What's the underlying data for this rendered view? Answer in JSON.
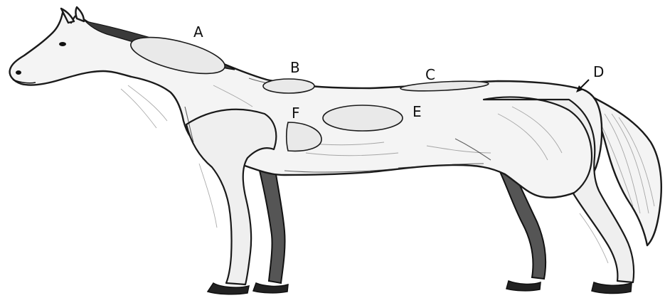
{
  "diagram": {
    "regions": [
      {
        "id": "region-a",
        "label": "A"
      },
      {
        "id": "region-b",
        "label": "B"
      },
      {
        "id": "region-c",
        "label": "C"
      },
      {
        "id": "region-d",
        "label": "D"
      },
      {
        "id": "region-e",
        "label": "E"
      },
      {
        "id": "region-f",
        "label": "F"
      }
    ],
    "colors": {
      "outline": "#1a1a1a",
      "region_fill": "#e9e9e9",
      "background": "#ffffff"
    }
  }
}
